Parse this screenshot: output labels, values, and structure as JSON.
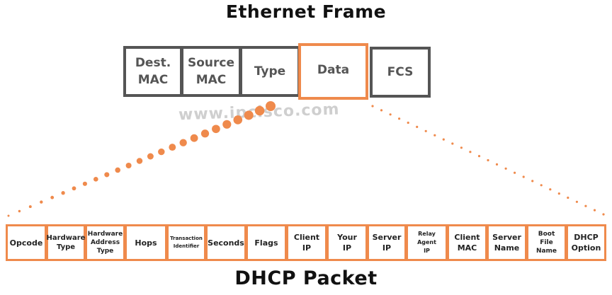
{
  "ethernet": {
    "title": "Ethernet Frame",
    "fields": [
      "Dest.\nMAC",
      "Source\nMAC",
      "Type",
      "Data",
      "FCS"
    ]
  },
  "watermark": "www.ipcisco.com",
  "dhcp": {
    "title": "DHCP Packet",
    "fields": [
      "Opcode",
      "Hardware\nType",
      "Hardware\nAddress\nType",
      "Hops",
      "Transaction\nIdentifier",
      "Seconds",
      "Flags",
      "Client\nIP",
      "Your\nIP",
      "Server\nIP",
      "Relay\nAgent\nIP",
      "Client\nMAC",
      "Server\nName",
      "Boot\nFile\nName",
      "DHCP\nOption"
    ]
  },
  "colors": {
    "accent": "#ef8a4c",
    "box_border": "#555555",
    "watermark": "#cfcfcf"
  }
}
